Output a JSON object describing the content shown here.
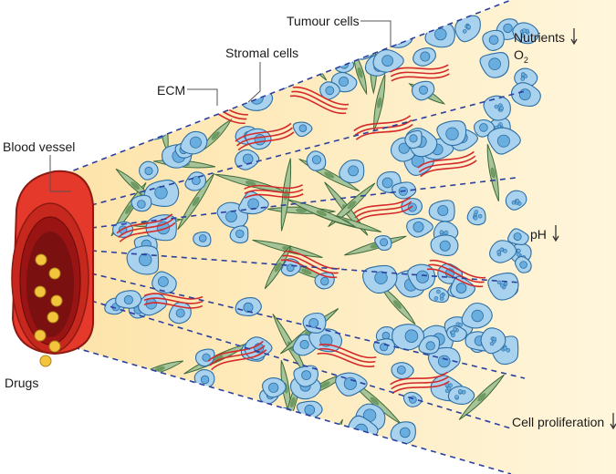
{
  "labels": {
    "tumour_cells": "Tumour cells",
    "stromal_cells": "Stromal cells",
    "ecm": "ECM",
    "blood_vessel": "Blood vessel",
    "drugs": "Drugs",
    "nutrients": "Nutrients",
    "o2_main": "O",
    "o2_sub": "2",
    "ph": "pH",
    "cell_proliferation": "Cell proliferation"
  },
  "colors": {
    "tissue_background": "#fde7b5",
    "tumour_cell_fill": "#a9d2ee",
    "tumour_cell_stroke": "#2d6ea3",
    "nucleus_fill": "#6aaee0",
    "stromal_cell_fill": "#a7c398",
    "stromal_cell_stroke": "#3d6a3a",
    "ecm_fiber": "#d42a2a",
    "vessel_outer": "#e63a2e",
    "vessel_inner": "#8c1515",
    "drug_particle": "#f2c53d",
    "gradient_dash": "#2b3f9e"
  }
}
